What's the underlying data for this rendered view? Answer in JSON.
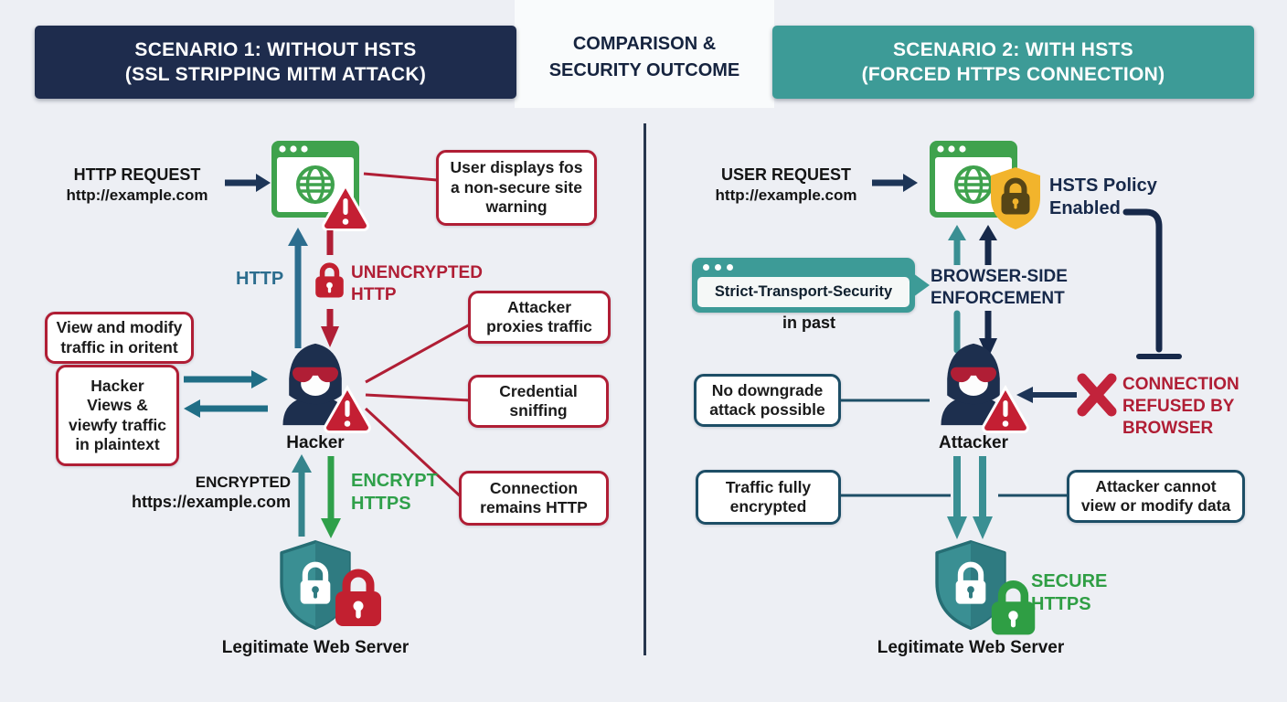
{
  "colors": {
    "background": "#edeff4",
    "navy_header": "#1e2c4d",
    "teal_header": "#3d9b97",
    "crimson": "#b01e35",
    "bright_red": "#c22030",
    "steel_blue_arrow": "#2c6d8e",
    "teal_arrow": "#3a8f93",
    "navy_arrow": "#1d3557",
    "green": "#2fa04a",
    "gold": "#f2b42c",
    "dark_text": "#16243f"
  },
  "header": {
    "scenario1_line1": "SCENARIO 1: WITHOUT HSTS",
    "scenario1_line2": "(SSL STRIPPING MITM ATTACK)",
    "center_line1": "COMPARISON &",
    "center_line2": "SECURITY OUTCOME",
    "scenario2_line1": "SCENARIO 2: WITH HSTS",
    "scenario2_line2": "(FORCED HTTPS CONNECTION)"
  },
  "s1": {
    "request_line1": "HTTP REQUEST",
    "request_line2": "http://example.com",
    "warning_box_line1": "User displays fos",
    "warning_box_line2": "a non-secure site",
    "warning_box_line3": "warning",
    "http_label": "HTTP",
    "unencrypted_line1": "UNENCRYPTED",
    "unencrypted_line2": "HTTP",
    "view_modify_line1": "View and modify",
    "view_modify_line2": "traffic in oritent",
    "hacker_views_line1": "Hacker",
    "hacker_views_line2": "Views &",
    "hacker_views_line3": "viewfy traffic",
    "hacker_views_line4": "in plaintext",
    "hacker_label": "Hacker",
    "attacker_proxies_line1": "Attacker",
    "attacker_proxies_line2": "proxies traffic",
    "credential_line1": "Credential",
    "credential_line2": "sniffing",
    "connection_line1": "Connection",
    "connection_line2": "remains HTTP",
    "encrypted_line1": "ENCRYPTED",
    "encrypted_line2": "https://example.com",
    "encrypt_https_line1": "ENCRYPT",
    "encrypt_https_line2": "HTTPS",
    "server_label": "Legitimate Web Server"
  },
  "s2": {
    "request_line1": "USER REQUEST",
    "request_line2": "http://example.com",
    "hsts_line1": "HSTS Policy",
    "hsts_line2": "Enabled",
    "sts_header": "Strict-Transport-Security",
    "in_past": "in past",
    "browser_side_line1": "BROWSER-SIDE",
    "browser_side_line2": "ENFORCEMENT",
    "no_downgrade_line1": "No downgrade",
    "no_downgrade_line2": "attack possible",
    "refused_line1": "CONNECTION",
    "refused_line2": "REFUSED BY",
    "refused_line3": "BROWSER",
    "attacker_label": "Attacker",
    "traffic_line1": "Traffic fully",
    "traffic_line2": "encrypted",
    "attacker_cannot_line1": "Attacker cannot",
    "attacker_cannot_line2": "view or modify data",
    "secure_line1": "SECURE",
    "secure_line2": "HTTPS",
    "server_label": "Legitimate Web Server"
  },
  "icons": [
    "browser-window-icon",
    "globe-icon",
    "warning-triangle-icon",
    "hacker-icon",
    "padlock-icon",
    "shield-lock-icon",
    "gold-shield-icon",
    "x-mark-icon",
    "arrow-icon",
    "speech-bubble-icon"
  ]
}
